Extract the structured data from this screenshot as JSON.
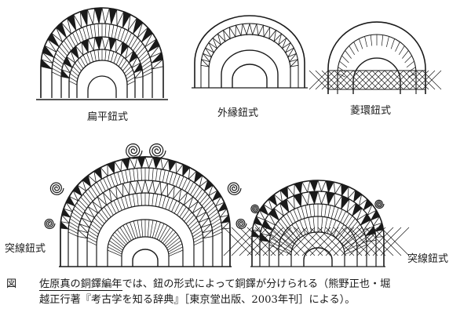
{
  "figure": {
    "labels": {
      "henpei": "扁平鈕式",
      "gaien": "外縁鈕式",
      "ryokan": "菱環鈕式",
      "tossen_left": "突線鈕式",
      "tossen_right": "突線鈕式"
    }
  },
  "caption": {
    "prefix": "図",
    "underlined": "佐原真の銅鐸編年",
    "line1_rest": "では、鈕の形式によって銅鐸が分けられる（熊野正也・堀",
    "line2": "越正行著『考古学を知る辞典』［東京堂出版、2003年刊］による）。"
  },
  "colors": {
    "ink": "#1a1a1a",
    "paper": "#ffffff"
  }
}
